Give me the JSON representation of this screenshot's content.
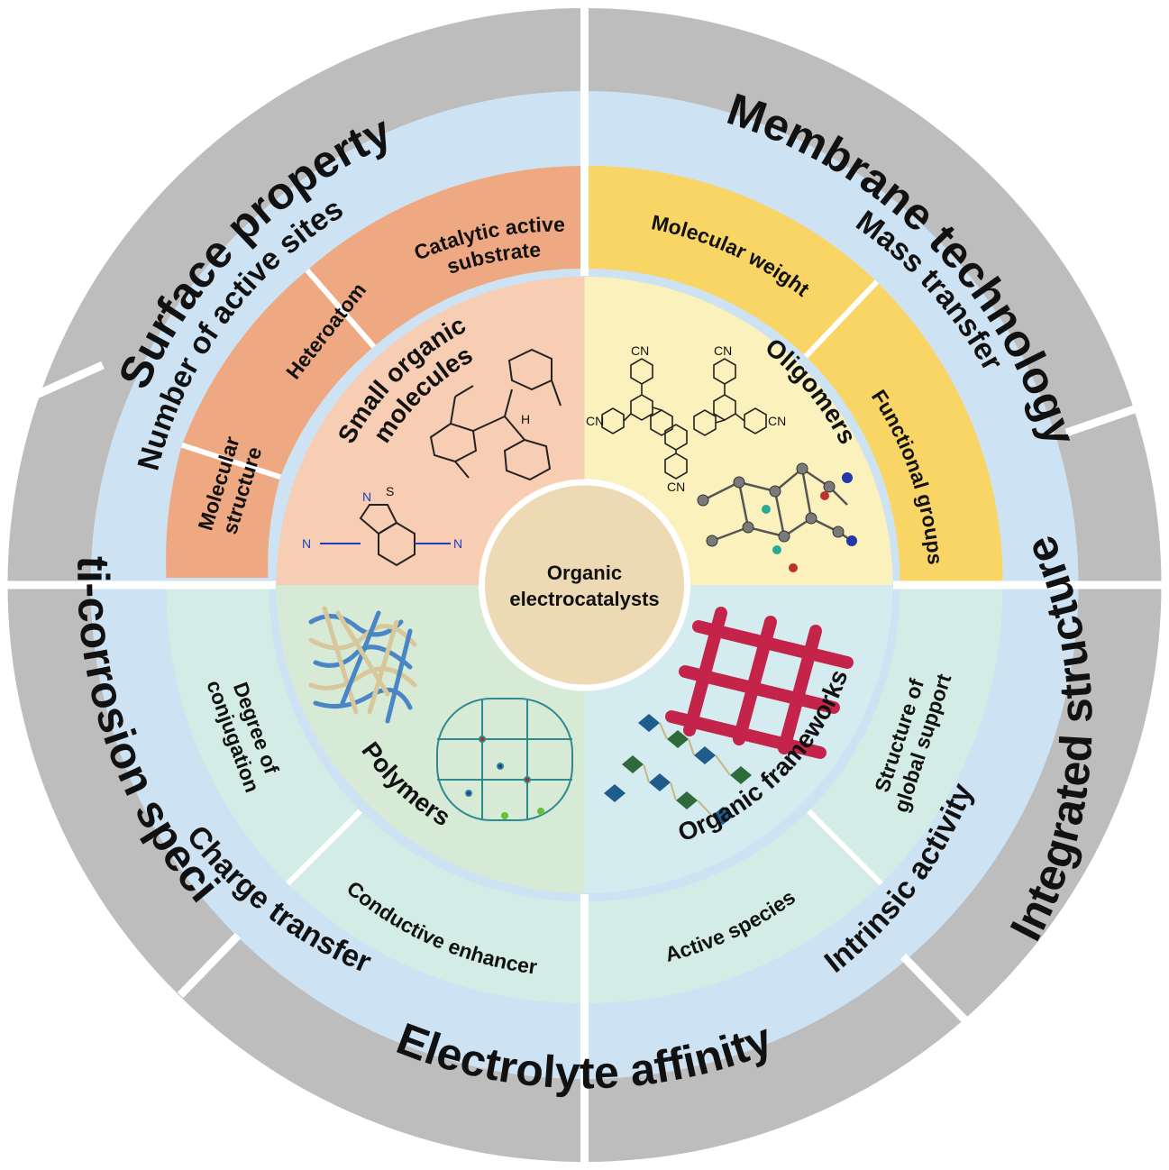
{
  "diagram": {
    "center": {
      "line1": "Organic",
      "line2": "electrocatalysts"
    },
    "outer_ring": {
      "surface_property": "Surface property",
      "membrane_technology": "Membrane technology",
      "integrated_structure": "Integrated structure",
      "electrolyte_affinity": "Electrolyte affinity",
      "anti_corrosion_species": "Anti-corrosion species"
    },
    "second_ring": {
      "number_of_active_sites": "Number of active sites",
      "mass_transfer": "Mass transfer",
      "intrinsic_activity": "Intrinsic activity",
      "charge_transfer": "Charge transfer"
    },
    "third_ring": {
      "molecular_structure": {
        "line1": "Molecular",
        "line2": "structure"
      },
      "heteroatom": "Heteroatom",
      "catalytic_active_substrate": {
        "line1": "Catalytic active",
        "line2": "substrate"
      },
      "molecular_weight": "Molecular weight",
      "functional_groups": "Functional groups",
      "structure_of_global_support": {
        "line1": "Structure of",
        "line2": "global support"
      },
      "active_species": "Active species",
      "conductive_enhancer": "Conductive enhancer",
      "degree_of_conjugation": {
        "line1": "Degree of",
        "line2": "conjugation"
      }
    },
    "quadrants": {
      "small_organic_molecules": {
        "line1": "Small organic",
        "line2": "molecules"
      },
      "oligomers": "Oligomers",
      "polymers": "Polymers",
      "organic_frameworks": "Organic frameworks"
    },
    "chemistry_text": {
      "h_atom": "H",
      "nitrogen": "N",
      "sulfur": "S",
      "cn": "CN"
    },
    "colors": {
      "outer_gray": "#bdbdbd",
      "ring_blue": "#cde3f4",
      "orange_segment": "#efa982",
      "yellow_segment": "#f9d566",
      "teal_segment": "#d3ece5",
      "small_molecule_bg": "#f7cdb3",
      "oligomer_bg": "#fbf1bd",
      "polymer_bg": "#d6ead6",
      "framework_bg": "#d4ebf0",
      "center_fill": "#eed9b5",
      "center_stroke": "#ffffff"
    }
  }
}
